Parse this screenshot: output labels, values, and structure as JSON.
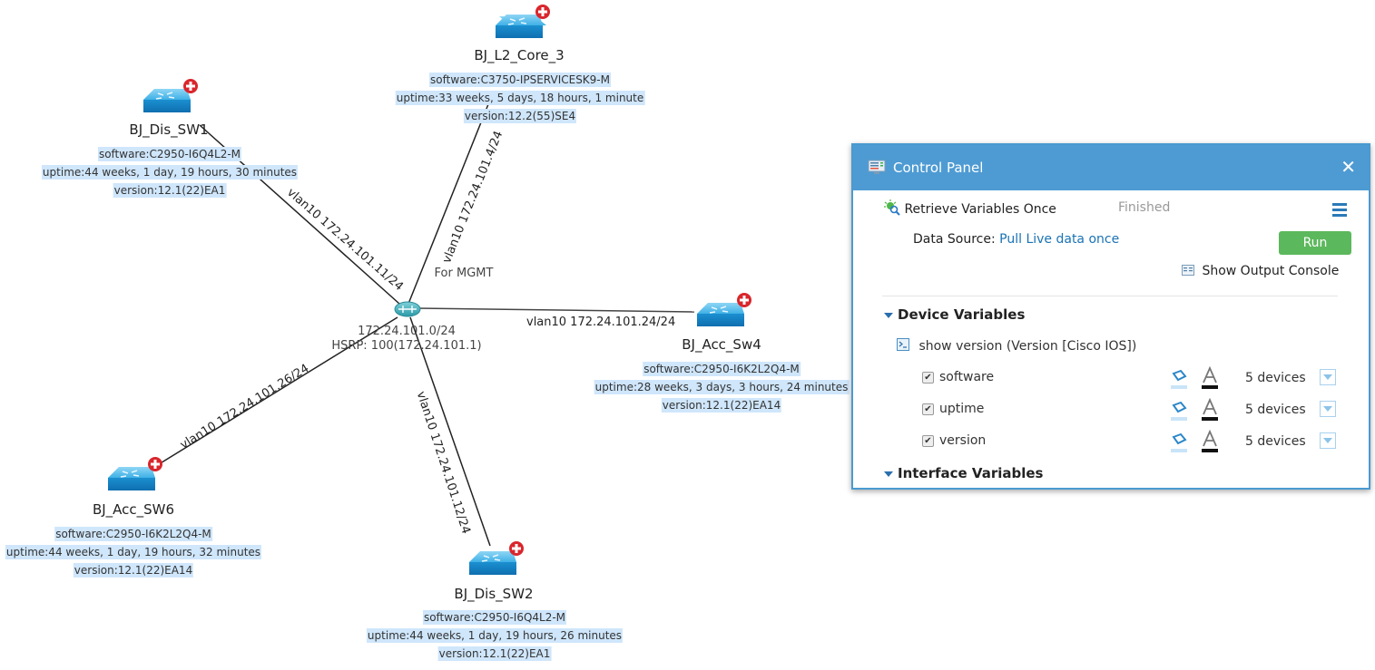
{
  "topology": {
    "center": {
      "subnet": "172.24.101.0/24",
      "hsrp": "HSRP: 100(172.24.101.1)",
      "note": "For MGMT"
    },
    "devices": [
      {
        "name": "BJ_L2_Core_3",
        "software": "software:C3750-IPSERVICESK9-M",
        "uptime": "uptime:33 weeks, 5 days, 18 hours, 1 minute",
        "version": "version:12.2(55)SE4"
      },
      {
        "name": "BJ_Dis_SW1",
        "software": "software:C2950-I6Q4L2-M",
        "uptime": "uptime:44 weeks, 1 day, 19 hours, 30 minutes",
        "version": "version:12.1(22)EA1"
      },
      {
        "name": "BJ_Acc_Sw4",
        "software": "software:C2950-I6K2L2Q4-M",
        "uptime": "uptime:28 weeks, 3 days, 3 hours, 24 minutes",
        "version": "version:12.1(22)EA14"
      },
      {
        "name": "BJ_Acc_SW6",
        "software": "software:C2950-I6K2L2Q4-M",
        "uptime": "uptime:44 weeks, 1 day, 19 hours, 32 minutes",
        "version": "version:12.1(22)EA14"
      },
      {
        "name": "BJ_Dis_SW2",
        "software": "software:C2950-I6Q4L2-M",
        "uptime": "uptime:44 weeks, 1 day, 19 hours, 26 minutes",
        "version": "version:12.1(22)EA1"
      }
    ],
    "links": [
      {
        "label": "vlan10 172.24.101.4/24",
        "device": "BJ_L2_Core_3"
      },
      {
        "label": "vlan10 172.24.101.11/24",
        "device": "BJ_Dis_SW1"
      },
      {
        "label": "vlan10 172.24.101.24/24",
        "device": "BJ_Acc_Sw4"
      },
      {
        "label": "vlan10 172.24.101.26/24",
        "device": "BJ_Acc_SW6"
      },
      {
        "label": "vlan10 172.24.101.12/24",
        "device": "BJ_Dis_SW2"
      }
    ]
  },
  "control_panel": {
    "title": "Control Panel",
    "close_icon": "close-icon",
    "task_label": "Retrieve Variables Once",
    "task_status": "Finished",
    "data_source_label": "Data Source:",
    "data_source_value": "Pull Live data once",
    "run_label": "Run",
    "output_console_label": "Show Output Console",
    "device_variables_title": "Device Variables",
    "command_label": "show version (Version [Cisco IOS])",
    "variables": [
      {
        "name": "software",
        "checked": true,
        "count": "5 devices"
      },
      {
        "name": "uptime",
        "checked": true,
        "count": "5 devices"
      },
      {
        "name": "version",
        "checked": true,
        "count": "5 devices"
      }
    ],
    "interface_variables_title": "Interface Variables",
    "colors": {
      "header": "#4e9bd3",
      "run": "#5cb85c",
      "link": "#1a73b5"
    }
  }
}
